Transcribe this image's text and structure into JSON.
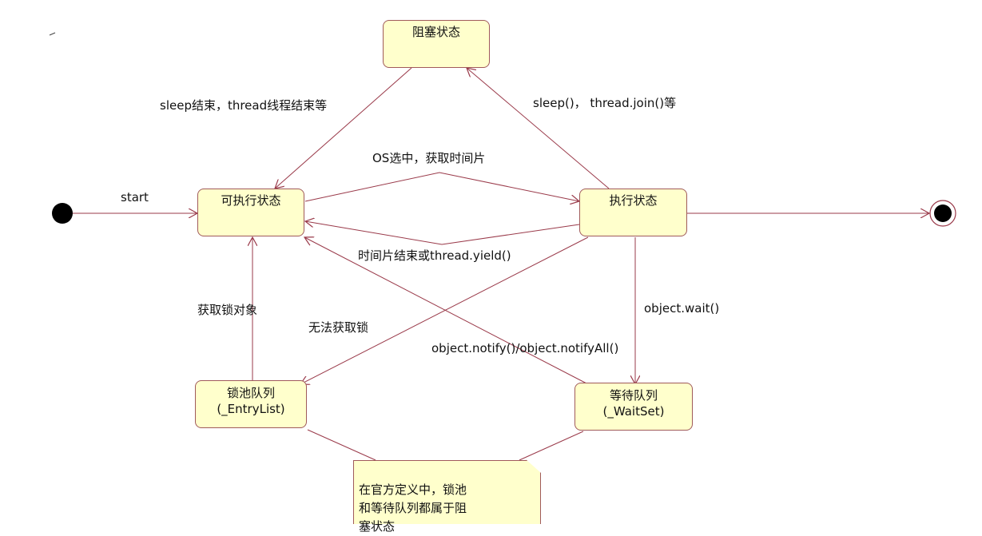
{
  "states": {
    "blocked": "阻塞状态",
    "runnable": "可执行状态",
    "running": "执行状态",
    "lock_pool_title": "锁池队列",
    "lock_pool_sub": "(_EntryList)",
    "wait_pool_title": "等待队列",
    "wait_pool_sub": "(_WaitSet)"
  },
  "transitions": {
    "start": "start",
    "sleep_end": "sleep结束，thread线程结束等",
    "sleep_join": "sleep()，  thread.join()等",
    "os_select": "OS选中，获取时间片",
    "time_slice_end": "时间片结束或thread.yield()",
    "acquire_lock": "获取锁对象",
    "cannot_acquire": "无法获取锁",
    "notify": "object.notify()/object.notifyAll()",
    "wait": "object.wait()"
  },
  "note": {
    "text": "在官方定义中，锁池\n和等待队列都属于阻\n塞状态"
  },
  "colors": {
    "line": "#9a3a4a",
    "state_fill": "#ffffcc",
    "state_border": "#a05a5a"
  }
}
